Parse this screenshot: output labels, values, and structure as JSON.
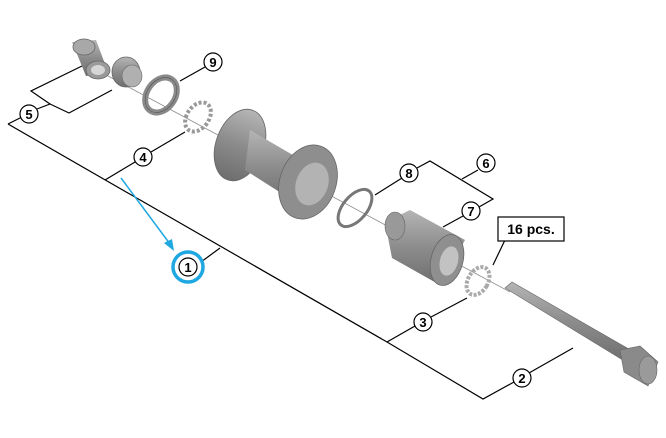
{
  "diagram": {
    "callouts": {
      "c1": "1",
      "c2": "2",
      "c3": "3",
      "c4": "4",
      "c5": "5",
      "c6": "6",
      "c7": "7",
      "c8": "8",
      "c9": "9"
    },
    "quantity_note": "16 pcs.",
    "highlight_color": "#1ea7e1",
    "part_color": "#8a8a8a",
    "line_color": "#000000"
  }
}
